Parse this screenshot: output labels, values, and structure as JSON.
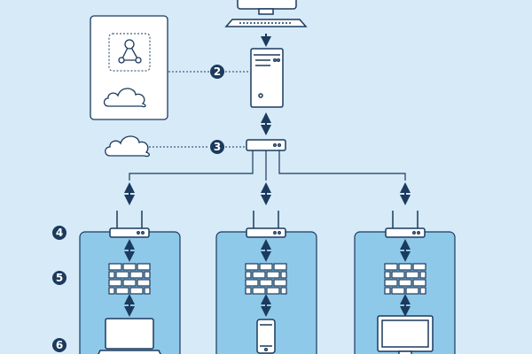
{
  "colors": {
    "background": "#d6eaf8",
    "stroke": "#1b3a5c",
    "panel": "#8fc9ea",
    "badge": "#1b3a5c",
    "device_fill": "#ffffff",
    "firewall": "#ffffff",
    "dotted": "#1b3a5c"
  },
  "icons": {
    "top": "desktop-monitor-icon",
    "server": "server-tower-icon",
    "cloud_service": "network-cloud-icon",
    "cloud": "cloud-icon",
    "router": "router-icon",
    "access_point": "wireless-access-point-icon",
    "firewall": "firewall-icon",
    "laptop": "laptop-icon",
    "phone": "smartphone-icon",
    "monitor": "monitor-icon"
  },
  "steps": [
    {
      "number": "2"
    },
    {
      "number": "3"
    },
    {
      "number": "4"
    },
    {
      "number": "5"
    },
    {
      "number": "6"
    }
  ]
}
